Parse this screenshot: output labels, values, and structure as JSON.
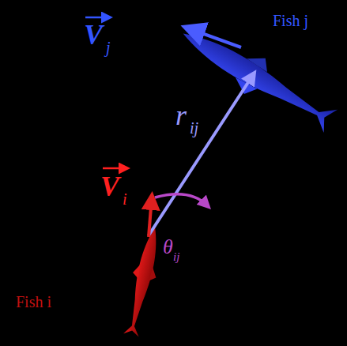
{
  "diagram": {
    "labels": [
      "V",
      "j",
      "Fish j",
      "r",
      "ij",
      "V",
      "i",
      "θ",
      "ij",
      "Fish i"
    ]
  }
}
